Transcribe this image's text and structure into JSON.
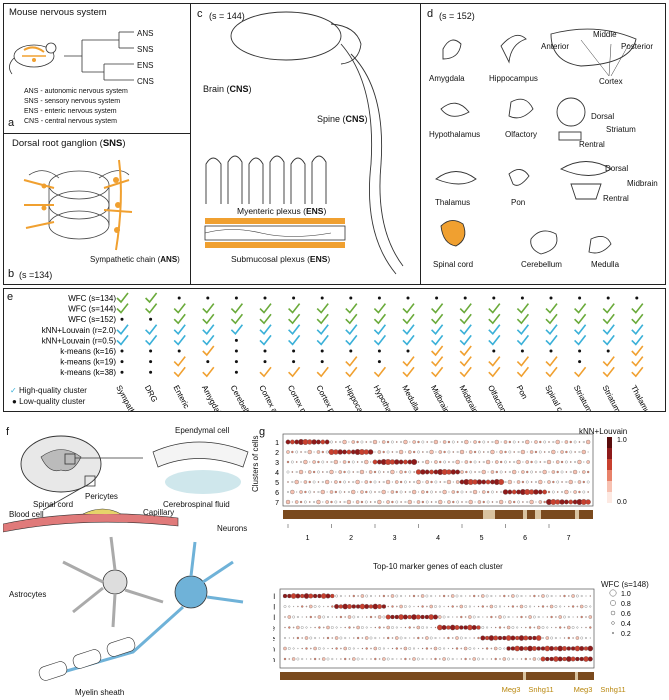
{
  "panel_a": {
    "title": "Mouse nervous system",
    "letter": "a",
    "tree_leaves": [
      "ANS",
      "SNS",
      "ENS",
      "CNS"
    ],
    "legend": [
      "ANS - autonomic nervous system",
      "SNS - sensory nervous system",
      "ENS - enteric nervous system",
      "CNS - central nervous system"
    ]
  },
  "panel_b": {
    "letter": "b",
    "sample": "(s =134)",
    "drg_prefix": "Dorsal root ganglion (",
    "drg_code": "SNS",
    "drg_suffix": ")",
    "chain_prefix": "Sympathetic chain (",
    "chain_code": "ANS",
    "chain_suffix": ")"
  },
  "panel_c": {
    "letter": "c",
    "sample": "(s = 144)",
    "brain_prefix": "Brain (",
    "brain_code": "CNS",
    "brain_suffix": ")",
    "spine_prefix": "Spine (",
    "spine_code": "CNS",
    "spine_suffix": ")",
    "myenteric_prefix": "Myenteric plexus (",
    "myenteric_code": "ENS",
    "myenteric_suffix": ")",
    "submucosal_prefix": "Submucosal plexus (",
    "submucosal_code": "ENS",
    "submucosal_suffix": ")"
  },
  "panel_d": {
    "letter": "d",
    "sample": "(s = 152)",
    "regions": {
      "amygdala": "Amygdala",
      "hippocampus": "Hippocampus",
      "anterior": "Anterior",
      "middle": "Middle",
      "posterior": "Posterior",
      "cortex": "Cortex",
      "hypothalamus": "Hypothalamus",
      "olfactory": "Olfactory",
      "dorsal1": "Dorsal",
      "striatum": "Striatum",
      "rentral1": "Rentral",
      "thalamus": "Thalamus",
      "pon": "Pon",
      "dorsal2": "Dorsal",
      "midbrain": "Midbrain",
      "rentral2": "Rentral",
      "spinal_cord": "Spinal cord",
      "cerebellum": "Cerebellum",
      "medulla": "Medulla"
    }
  },
  "panel_e": {
    "letter": "e",
    "rows": [
      "WFC (s=134)",
      "WFC (s=144)",
      "WFC (s=152)",
      "kNN+Louvain (r=2.0)",
      "kNN+Louvain (r=0.5)",
      "k-means (k=16)",
      "k-means (k=19)",
      "k-means (k=38)"
    ],
    "columns": [
      "Sympathetic",
      "DRG",
      "Enteric",
      "Amygdala",
      "Cerebellum",
      "Cortex anterior",
      "Cortex middle",
      "Cortex posterior",
      "Hippocampus",
      "Hypothalamus",
      "Medulla",
      "Midbrain dorsal",
      "Midbrain ventral",
      "Olfactory",
      "Pon",
      "Spinal cord",
      "Striatum dorsal",
      "Striatum ventral",
      "Thalamus"
    ],
    "legend_high": "High-quality cluster",
    "legend_low": "Low-quality cluster",
    "colors": {
      "green": "#6aaa3a",
      "blue": "#3ab0d8",
      "orange": "#f0a030"
    },
    "grid": [
      [
        1,
        1,
        0,
        0,
        0,
        0,
        0,
        0,
        0,
        0,
        0,
        0,
        0,
        0,
        0,
        0,
        0,
        0,
        0
      ],
      [
        1,
        1,
        1,
        1,
        1,
        1,
        1,
        1,
        1,
        1,
        1,
        1,
        1,
        1,
        1,
        1,
        1,
        1,
        1
      ],
      [
        0,
        0,
        1,
        1,
        1,
        1,
        1,
        1,
        1,
        1,
        1,
        1,
        1,
        1,
        1,
        1,
        1,
        1,
        1
      ],
      [
        1,
        1,
        1,
        1,
        1,
        1,
        1,
        1,
        1,
        1,
        1,
        1,
        1,
        1,
        1,
        1,
        1,
        1,
        1
      ],
      [
        1,
        1,
        1,
        1,
        0,
        1,
        1,
        1,
        1,
        1,
        1,
        1,
        1,
        1,
        1,
        1,
        1,
        1,
        1
      ],
      [
        0,
        0,
        0,
        1,
        0,
        0,
        0,
        0,
        0,
        0,
        0,
        1,
        1,
        0,
        0,
        0,
        0,
        0,
        1
      ],
      [
        0,
        0,
        1,
        0,
        0,
        0,
        0,
        0,
        1,
        0,
        1,
        1,
        1,
        1,
        1,
        1,
        0,
        1,
        1
      ],
      [
        0,
        0,
        1,
        1,
        0,
        1,
        1,
        1,
        1,
        1,
        1,
        1,
        1,
        1,
        1,
        1,
        1,
        1,
        1
      ]
    ]
  },
  "panel_f": {
    "letter": "f",
    "labels": {
      "spinal_cord": "Spinal cord",
      "ependymal": "Ependymal cell",
      "csf": "Cerebrospinal fluid",
      "pericytes": "Pericytes",
      "capillary": "Capillary",
      "blood_cell": "Blood cell",
      "neurons": "Neurons",
      "astrocytes": "Astrocytes",
      "myelin": "Myelin sheath"
    }
  },
  "panel_g": {
    "letter": "g",
    "top_title": "kNN+Louvain",
    "top_ylabel": "Clusters of cells",
    "top_rows": [
      "1",
      "2",
      "3",
      "4",
      "5",
      "6",
      "7"
    ],
    "top_groups": [
      "1",
      "2",
      "3",
      "4",
      "5",
      "6",
      "7"
    ],
    "top_xlabel": "Top-10 marker genes of each cluster",
    "top_scale": [
      "1.0",
      "0.0"
    ],
    "bottom_title": "WFC (s=148)",
    "bottom_rows": [
      "Vascular cell",
      "Blood cell",
      "Ependymal cell",
      "Pericyte",
      "Astrocyte",
      "Excitatory neuron",
      "Inhibitory neuron"
    ],
    "bottom_scale": [
      "1.0",
      "0.8",
      "0.6",
      "0.4",
      "0.2"
    ],
    "genes": [
      "Meg3",
      "Snhg11",
      "Meg3",
      "Snhg11"
    ]
  }
}
